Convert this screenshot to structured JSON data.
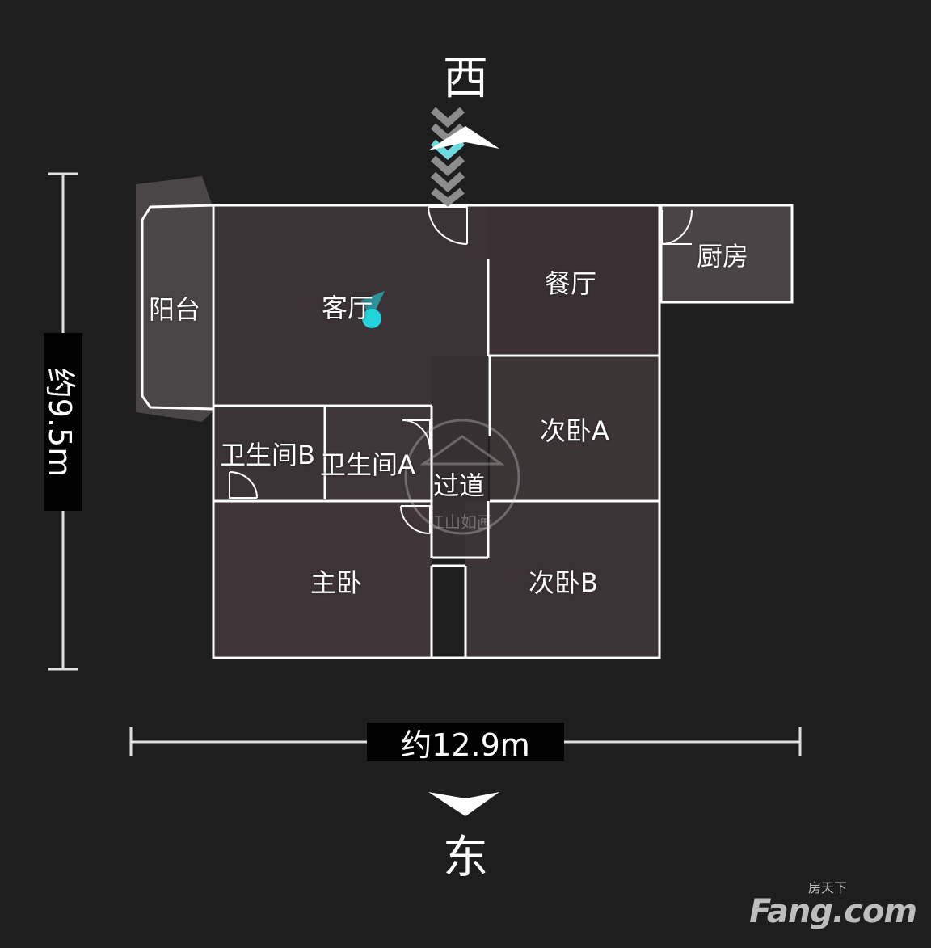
{
  "compass": {
    "north_label": "西",
    "south_label": "东"
  },
  "rooms": {
    "balcony": "阳台",
    "living": "客厅",
    "dining": "餐厅",
    "kitchen": "厨房",
    "bath_b": "卫生间B",
    "bath_a": "卫生间A",
    "corridor": "过道",
    "bed_a": "次卧A",
    "master": "主卧",
    "bed_b": "次卧B"
  },
  "dimensions": {
    "height": "约9.5m",
    "width": "约12.9m"
  },
  "watermark": {
    "brand": "Fang.com",
    "chinese": "房天下",
    "center_text": "江山如画"
  },
  "colors": {
    "background": "#1e1e1e",
    "wall": "#ffffff",
    "marker": "#22d3dc",
    "floor": "#3a3236"
  }
}
